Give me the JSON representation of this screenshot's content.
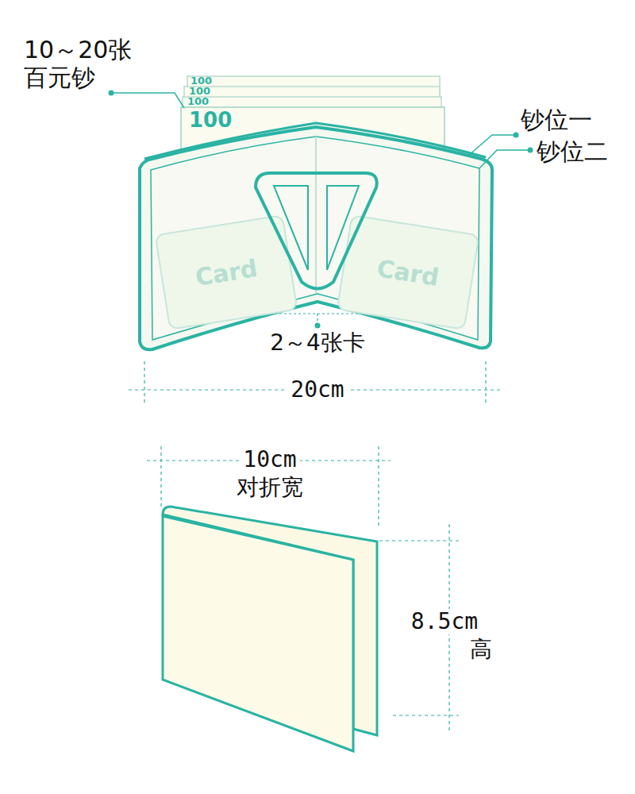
{
  "diagram": {
    "nodes": [
      {
        "text": [
          "Card"
        ]
      },
      {
        "text": [
          "Card"
        ]
      }
    ],
    "labels": [
      "10～20张 百元钞",
      "100",
      "100",
      "100",
      "100",
      "钞位一",
      "钞位二",
      "2～4张卡",
      "20cm",
      "10cm",
      "对折宽",
      "8.5cm",
      "高"
    ]
  }
}
